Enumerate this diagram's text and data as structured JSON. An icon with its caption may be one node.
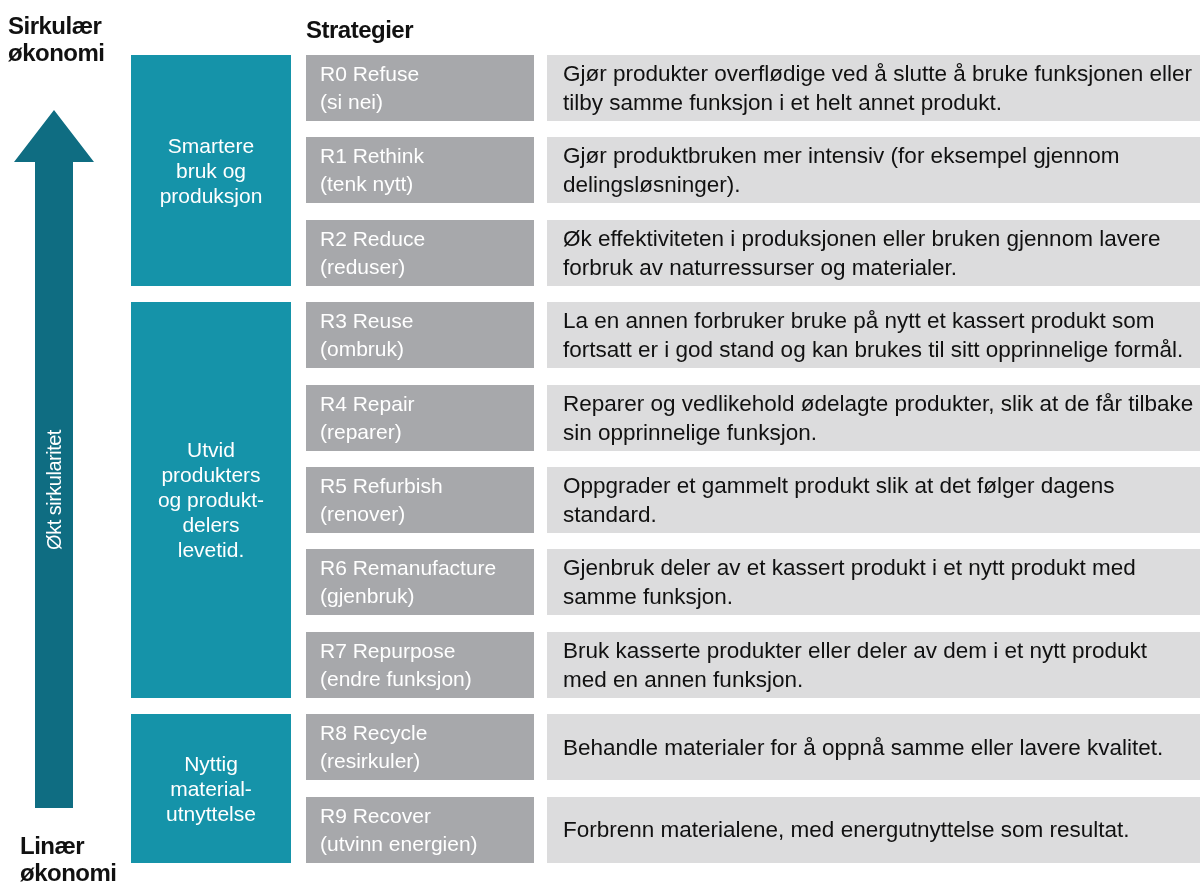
{
  "diagram": {
    "nodes": [
      {
        "text": [
          "Smartere bruk og produksjon"
        ]
      },
      {
        "text": [
          "R0 Refuse",
          "(si nei)"
        ]
      },
      {
        "text": [
          "Gjør produkter overflødige ved å slutte å bruke funksjonen eller tilby samme funksjon i et helt annet produkt."
        ]
      },
      {
        "text": [
          "R1 Rethink",
          "(tenk nytt)"
        ]
      },
      {
        "text": [
          "Gjør produktbruken mer intensiv (for eksempel gjennom delingsløsninger)."
        ]
      },
      {
        "text": [
          "R2 Reduce",
          "(reduser)"
        ]
      },
      {
        "text": [
          "Øk effektiviteten i produksjonen eller bruken gjennom lavere forbruk av naturressurser og materialer."
        ]
      },
      {
        "text": [
          "Utvid produkters og produkt-delers levetid."
        ]
      },
      {
        "text": [
          "R3 Reuse",
          "(ombruk)"
        ]
      },
      {
        "text": [
          "La en annen forbruker bruke på nytt et kassert produkt som fortsatt er i god stand og kan brukes til sitt opprinnelige formål."
        ]
      },
      {
        "text": [
          "R4 Repair",
          "(reparer)"
        ]
      },
      {
        "text": [
          "Reparer og vedlikehold ødelagte produkter, slik at de får tilbake sin opprinnelige funksjon."
        ]
      },
      {
        "text": [
          "R5 Refurbish",
          "(renover)"
        ]
      },
      {
        "text": [
          "Oppgrader et gammelt produkt slik at det følger dagens standard."
        ]
      },
      {
        "text": [
          "R6 Remanufacture",
          "(gjenbruk)"
        ]
      },
      {
        "text": [
          "Gjenbruk deler av et kassert produkt i et nytt produkt med samme funksjon."
        ]
      },
      {
        "text": [
          "R7 Repurpose",
          "(endre funksjon)"
        ]
      },
      {
        "text": [
          "Bruk kasserte produkter eller deler av dem i et nytt produkt med en annen funksjon."
        ]
      },
      {
        "text": [
          "Nyttig material-utnyttelse"
        ]
      },
      {
        "text": [
          "R8 Recycle",
          "(resirkuler)"
        ]
      },
      {
        "text": [
          "Behandle materialer for å oppnå samme eller lavere kvalitet."
        ]
      },
      {
        "text": [
          "R9 Recover",
          "(utvinn energien)"
        ]
      },
      {
        "text": [
          "Forbrenn materialene, med energutnyttelse som resultat."
        ]
      }
    ],
    "labels": [
      "Sirkulær økonomi",
      "Strategier",
      "Økt sirkularitet",
      "Linær økonomi"
    ]
  }
}
